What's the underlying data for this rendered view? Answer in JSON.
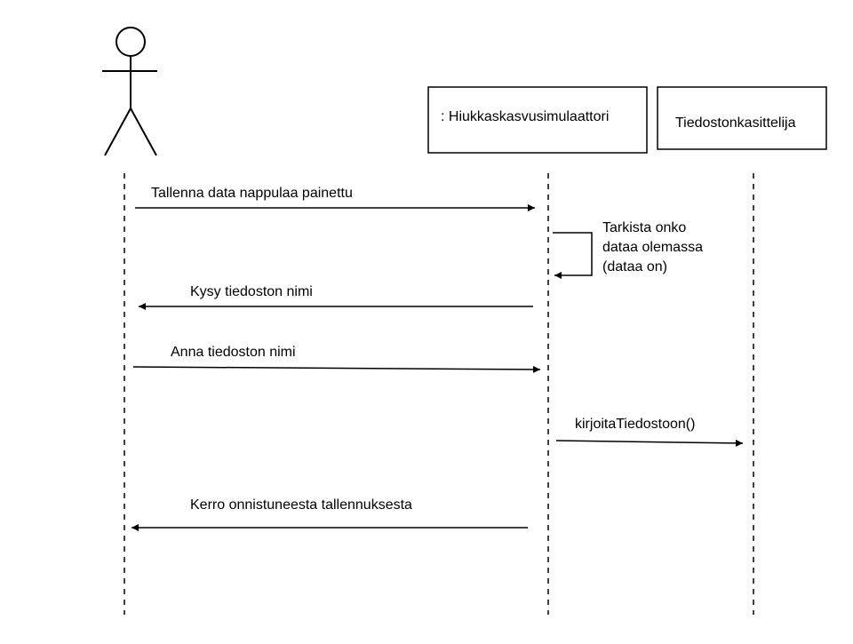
{
  "participants": {
    "simulator": ": Hiukkaskasvusimulaattori",
    "file_handler": "Tiedostonkasittelija"
  },
  "messages": {
    "save_pressed": "Tallenna data nappulaa painettu",
    "check_data": [
      "Tarkista onko",
      "dataa olemassa",
      "(dataa on)"
    ],
    "ask_filename": "Kysy tiedoston nimi",
    "give_filename": "Anna tiedoston nimi",
    "write_file": "kirjoitaTiedostoon()",
    "report_success": "Kerro onnistuneesta tallennuksesta"
  },
  "colors": {
    "line": "#000000",
    "background": "#ffffff"
  }
}
